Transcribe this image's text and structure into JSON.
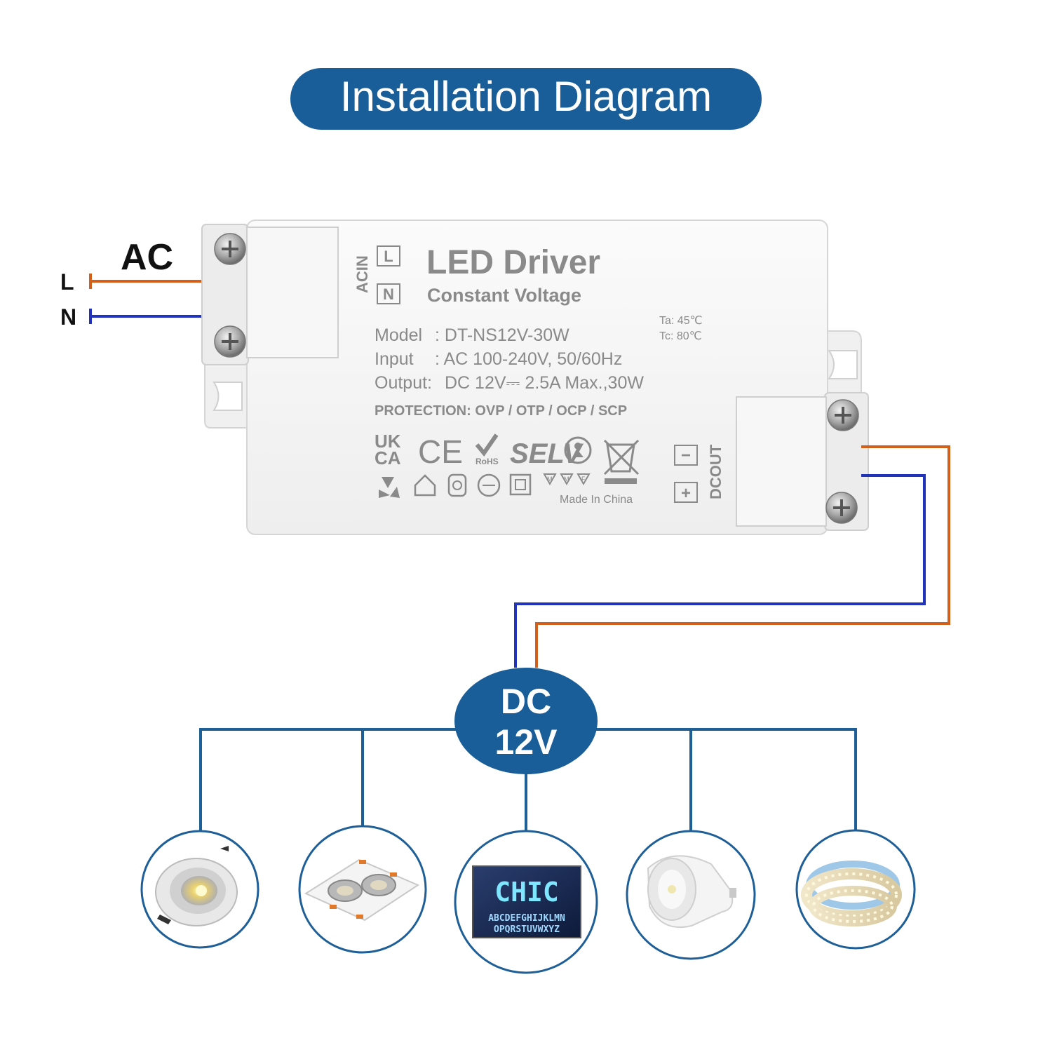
{
  "title": "Installation Diagram",
  "ac": {
    "label": "AC",
    "l_label": "L",
    "n_label": "N"
  },
  "driver": {
    "title": "LED Driver",
    "subtitle": "Constant Voltage",
    "acin_label": "ACIN",
    "acin_l": "L",
    "acin_n": "N",
    "ta": "Ta: 45℃",
    "tc": "Tc: 80℃",
    "model_label": "Model",
    "model_value": ": DT-NS12V-30W",
    "input_label": "Input",
    "input_value": ": AC 100-240V,  50/60Hz",
    "output_label": "Output:",
    "output_value": "DC 12V⎓ 2.5A Max.,30W",
    "protection": "PROTECTION: OVP / OTP / OCP / SCP",
    "mark_uk": "UK",
    "mark_ca": "CA",
    "mark_ce": "CE",
    "mark_rohs": "RoHS",
    "mark_selv": "SELV",
    "mark_m": "M",
    "mark_f": "F",
    "made_in": "Made In China",
    "dcout_label": "DCOUT",
    "dcout_minus": "−",
    "dcout_plus": "+"
  },
  "dc": {
    "line1": "DC",
    "line2": "12V"
  },
  "devices": [
    {
      "name": "downlight",
      "icon": "cob-downlight-icon"
    },
    {
      "name": "twin-spot",
      "icon": "twin-spot-downlight-icon"
    },
    {
      "name": "sign",
      "icon": "led-sign-icon",
      "sign_top": "CHIC",
      "sign_row1": "ABCDEFGHIJKLMN",
      "sign_row2": "OPQRSTUVWXYZ"
    },
    {
      "name": "gu10",
      "icon": "gu10-bulb-icon"
    },
    {
      "name": "strip",
      "icon": "led-strip-icon"
    }
  ],
  "colors": {
    "blue": "#1a5e99",
    "live_wire": "#d2601a",
    "neutral_wire": "#2233bb",
    "label_grey": "#8a8a8a",
    "device_border": "#1f5f98"
  }
}
